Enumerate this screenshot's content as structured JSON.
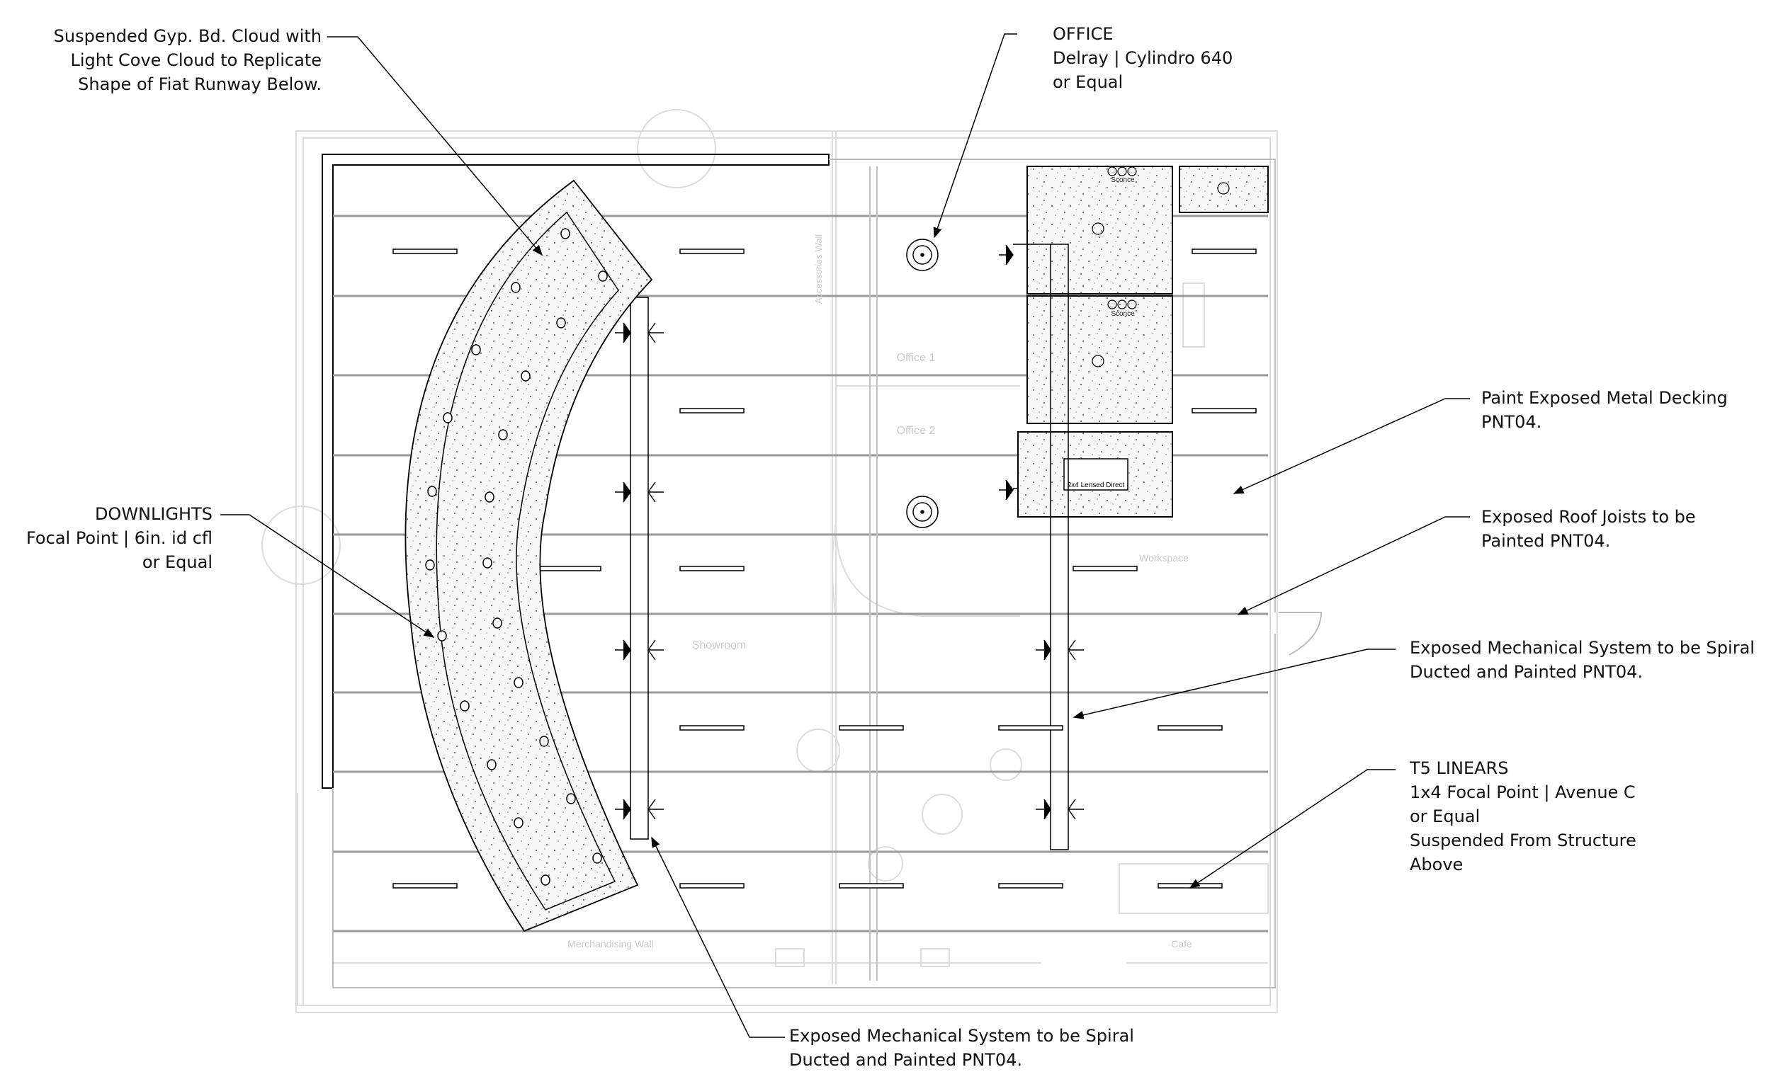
{
  "callouts": {
    "cloud": "Suspended Gyp. Bd. Cloud with\nLight Cove Cloud to Replicate\nShape of Fiat Runway Below.",
    "office": "OFFICE\nDelray | Cylindro 640\nor Equal",
    "downlights": "DOWNLIGHTS\nFocal Point | 6in. id cfl\nor Equal",
    "decking": "Paint Exposed Metal Decking\nPNT04.",
    "joists": "Exposed Roof Joists to be\nPainted PNT04.",
    "mech_right": "Exposed Mechanical System to be Spiral\nDucted and Painted PNT04.",
    "t5": "T5 LINEARS\n1x4 Focal Point | Avenue C\nor Equal\nSuspended From Structure\nAbove",
    "mech_bottom": "Exposed Mechanical System to be Spiral\nDucted and Painted PNT04."
  },
  "rooms": {
    "office1": "Office 1",
    "office2": "Office 2",
    "showroom": "Showroom",
    "workspace": "Workspace",
    "accessories_wall": "Accessories Wall",
    "merchandising_wall": "Merchandising Wall",
    "cafe": "Cafe"
  },
  "fixtures": {
    "sconce": "Sconce",
    "lensed_direct": "2x4  Lensed Direct"
  },
  "colors": {
    "linework": "#000000",
    "faint_linework": "#d9d9d9",
    "joist": "#9a9a9a",
    "hatch_fill": "#f3f3f3"
  }
}
